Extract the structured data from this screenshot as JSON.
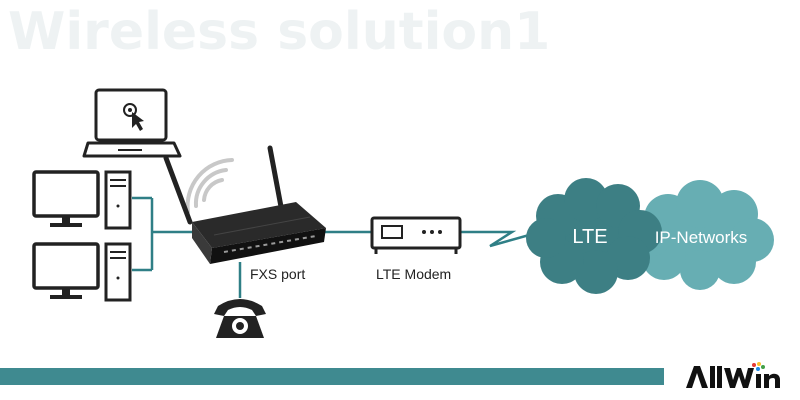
{
  "title": "Wireless solution1",
  "labels": {
    "fxs_port": "FXS port",
    "lte_modem": "LTE Modem"
  },
  "clouds": {
    "lte": "LTE",
    "ip_networks": "IP-Networks"
  },
  "logo": {
    "text": "AllWin"
  },
  "colors": {
    "teal_line": "#2f7f86",
    "cloud_dark": "#3d7f84",
    "cloud_light": "#67aeb3",
    "footer_bar": "#3f8a90",
    "title_watermark": "#eef2f3"
  },
  "icons": [
    "laptop-icon",
    "desktop-icon",
    "router-icon",
    "phone-icon",
    "modem-icon",
    "cloud-icon",
    "wifi-icon"
  ]
}
